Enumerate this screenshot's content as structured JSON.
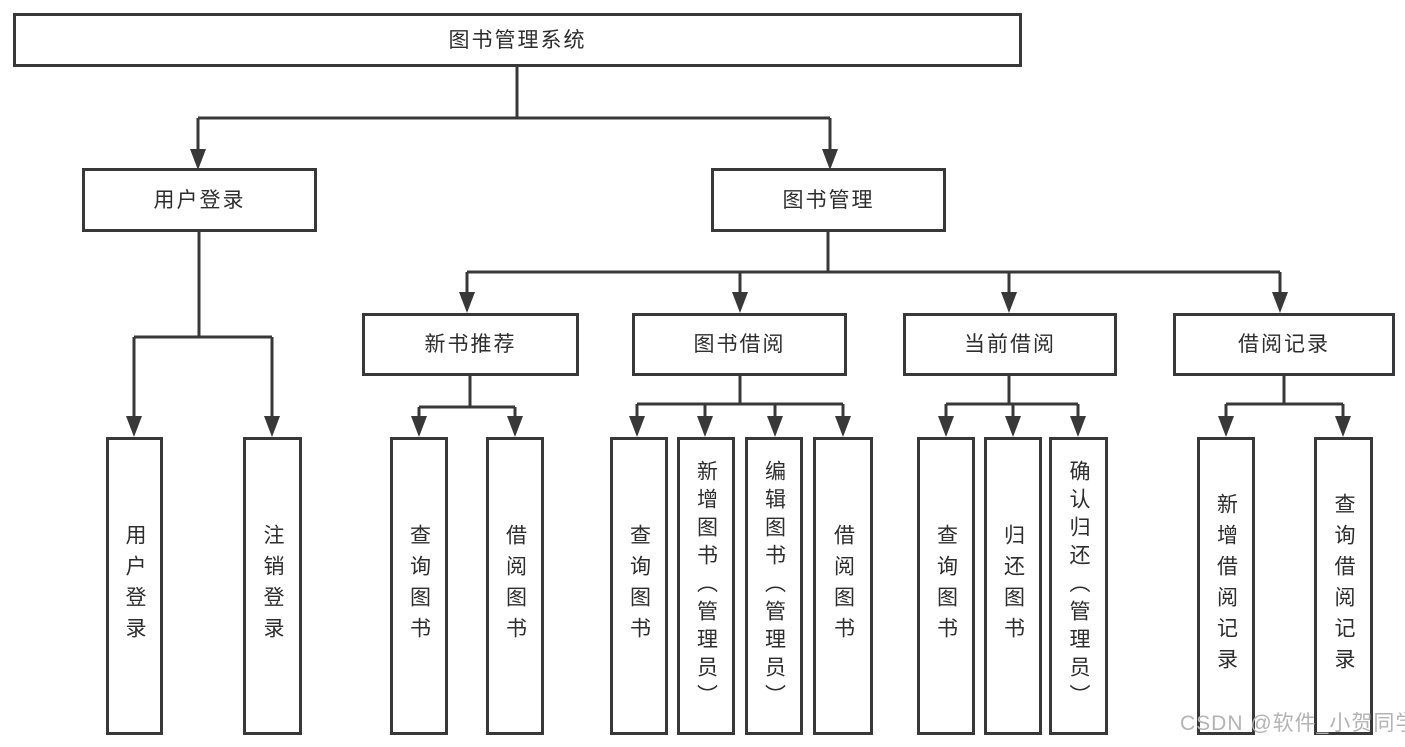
{
  "diagram": {
    "root": {
      "label": "图书管理系统"
    },
    "user_login": {
      "label": "用户登录",
      "children": [
        {
          "label": "用户登录"
        },
        {
          "label": "注销登录"
        }
      ]
    },
    "book_mgmt": {
      "label": "图书管理",
      "sections": {
        "new_books": {
          "label": "新书推荐",
          "children": [
            {
              "label": "查询图书"
            },
            {
              "label": "借阅图书"
            }
          ]
        },
        "borrowing": {
          "label": "图书借阅",
          "children": [
            {
              "label": "查询图书"
            },
            {
              "label": "新增图书（管理员）"
            },
            {
              "label": "编辑图书（管理员）"
            },
            {
              "label": "借阅图书"
            }
          ]
        },
        "current": {
          "label": "当前借阅",
          "children": [
            {
              "label": "查询图书"
            },
            {
              "label": "归还图书"
            },
            {
              "label": "确认归还（管理员）"
            }
          ]
        },
        "records": {
          "label": "借阅记录",
          "children": [
            {
              "label": "新增借阅记录"
            },
            {
              "label": "查询借阅记录"
            }
          ]
        }
      }
    }
  },
  "watermark": "CSDN @软件_小贺同学",
  "colors": {
    "line": "#383838",
    "text": "#2d2d2d",
    "watermark": "#b3b3b3"
  }
}
